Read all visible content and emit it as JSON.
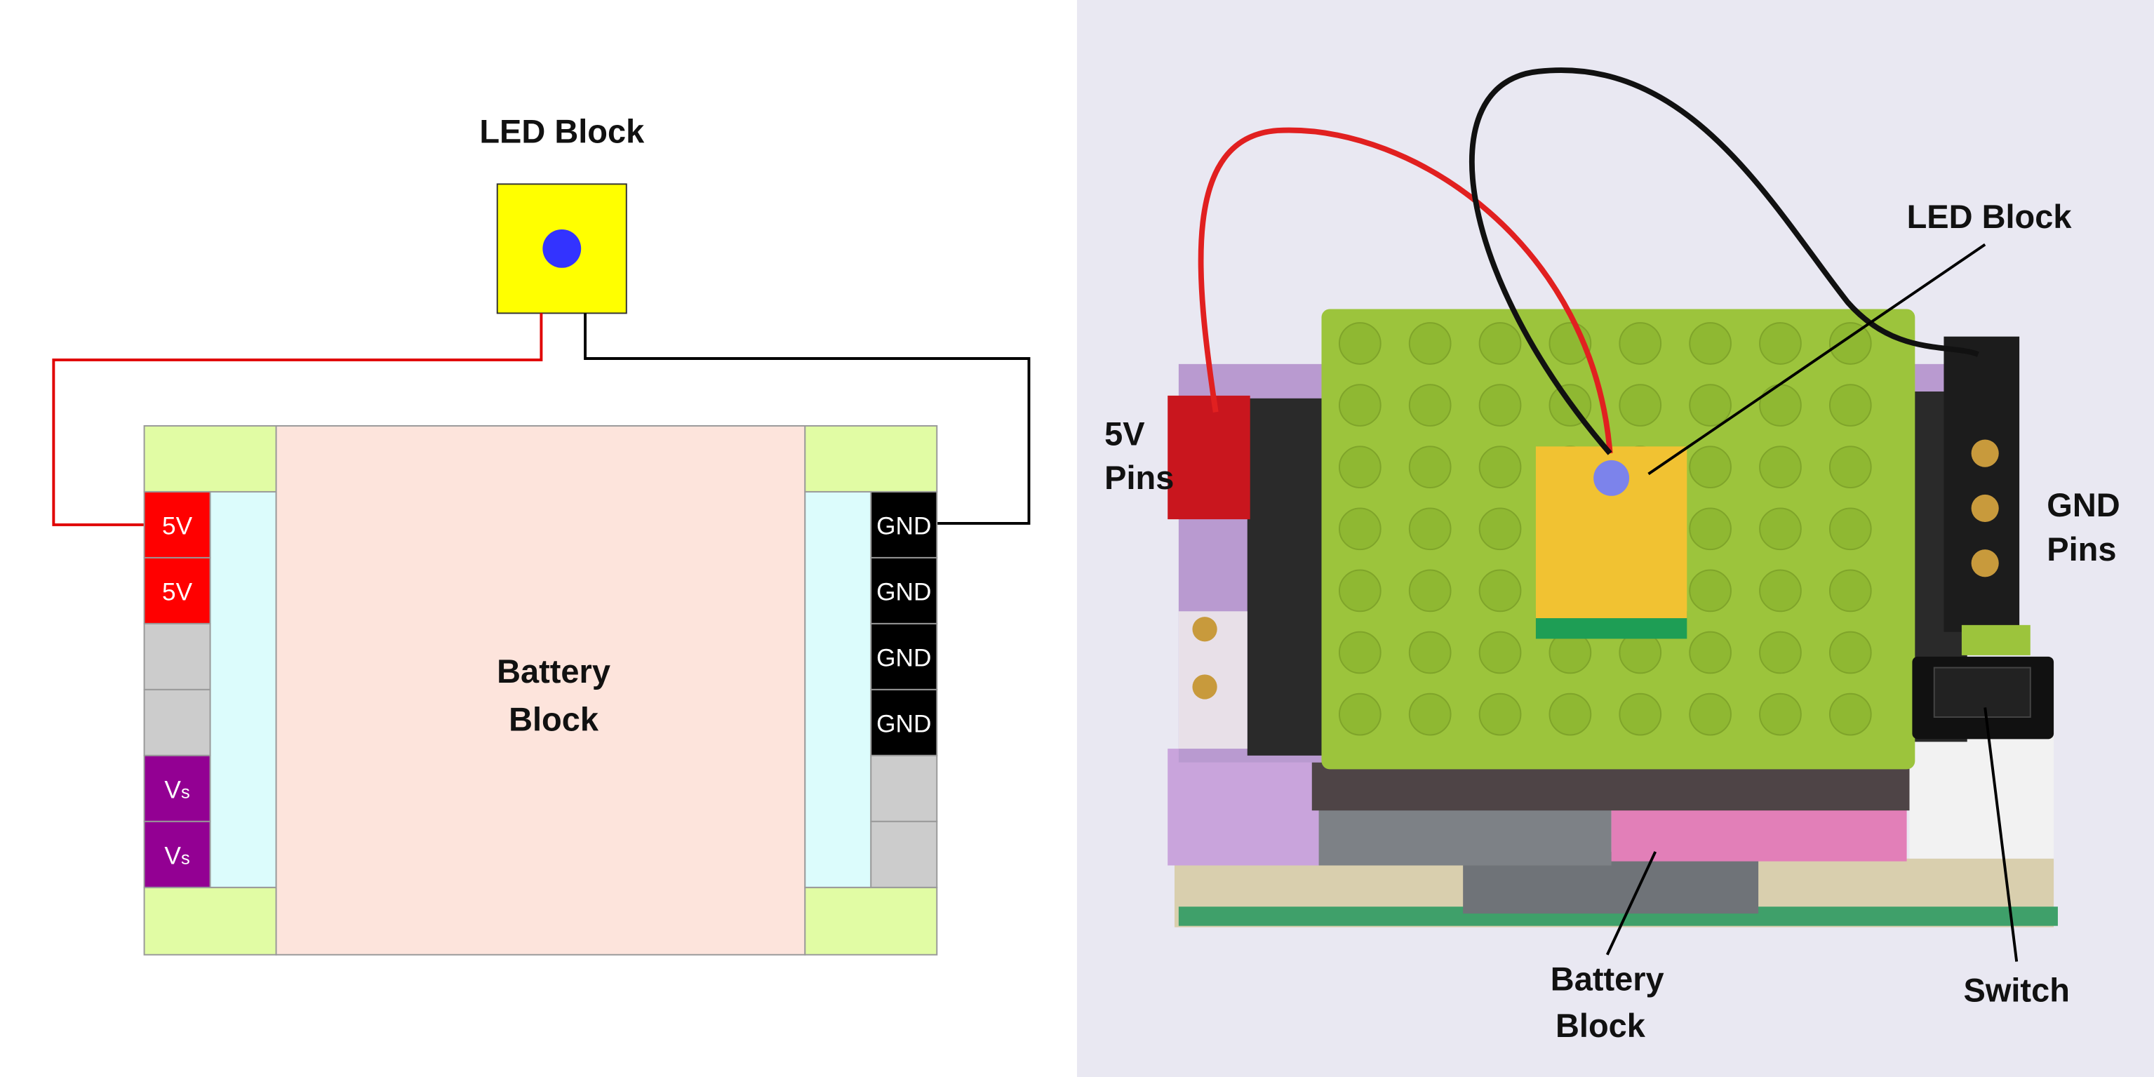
{
  "schematic": {
    "led_block_label": "LED Block",
    "battery_block_label": [
      "Battery",
      "Block"
    ],
    "left_pins": [
      {
        "label": "5V",
        "color": "#ff0000"
      },
      {
        "label": "5V",
        "color": "#ff0000"
      },
      {
        "label": "",
        "color": "#cccccc"
      },
      {
        "label": "",
        "color": "#cccccc"
      },
      {
        "label": "V",
        "sub": "s",
        "color": "#930093"
      },
      {
        "label": "V",
        "sub": "s",
        "color": "#930093"
      }
    ],
    "right_pins": [
      {
        "label": "GND",
        "color": "#000000"
      },
      {
        "label": "GND",
        "color": "#000000"
      },
      {
        "label": "GND",
        "color": "#000000"
      },
      {
        "label": "GND",
        "color": "#000000"
      },
      {
        "label": "",
        "color": "#cccccc"
      },
      {
        "label": "",
        "color": "#cccccc"
      }
    ],
    "colors": {
      "led_body": "#ffff00",
      "led": "#3333ff",
      "battery": "#fde4dc",
      "corner": "#e1fca4",
      "channel": "#dcfcfc",
      "wire_positive": "#e00000",
      "wire_ground": "#000000"
    }
  },
  "photo": {
    "labels": {
      "led_block": "LED Block",
      "five_v_pins": [
        "5V",
        "Pins"
      ],
      "gnd_pins": [
        "GND",
        "Pins"
      ],
      "battery_block": [
        "Battery",
        "Block"
      ],
      "switch": "Switch"
    },
    "colors": {
      "background": "#e9e8f2",
      "baseplate": "#9cc43c",
      "led_brick": "#f1c232"
    }
  }
}
